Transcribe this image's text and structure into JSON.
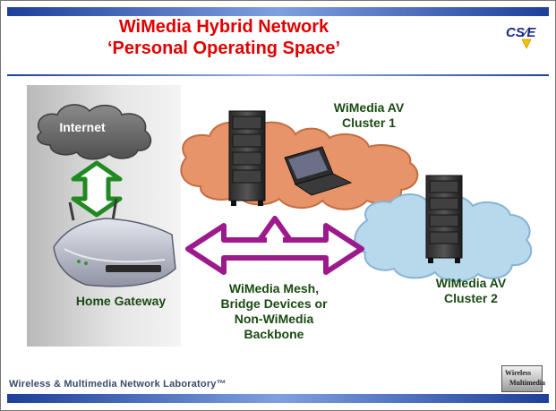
{
  "slide": {
    "title_line1": "WiMedia Hybrid Network",
    "title_line2": "‘Personal Operating Space’",
    "logo_text": "CS∕E",
    "footer_text": "Wireless & Multimedia Network Laboratory™",
    "badge_line1": "Wireless",
    "badge_line2": "Multimedia"
  },
  "diagram": {
    "internet_label": "Internet",
    "cluster1_line1": "WiMedia AV",
    "cluster1_line2": "Cluster 1",
    "cluster2_line1": "WiMedia AV",
    "cluster2_line2": "Cluster 2",
    "gateway_label": "Home Gateway",
    "backbone_line1": "WiMedia Mesh,",
    "backbone_line2": "Bridge Devices or",
    "backbone_line3": "Non-WiMedia",
    "backbone_line4": "Backbone"
  },
  "colors": {
    "title": "#e10000",
    "band": "#1e3f9a",
    "cluster1_cloud": "#e8946a",
    "cluster2_cloud": "#b8d8ec",
    "internet_cloud": "#6e6e6e",
    "green_arrow": "#1f8a1f",
    "magenta_arrow": "#9c1a8c"
  },
  "icons": [
    "cloud-icon",
    "router-icon",
    "server-rack-icon",
    "laptop-icon",
    "double-arrow-icon",
    "cse-logo-icon"
  ]
}
